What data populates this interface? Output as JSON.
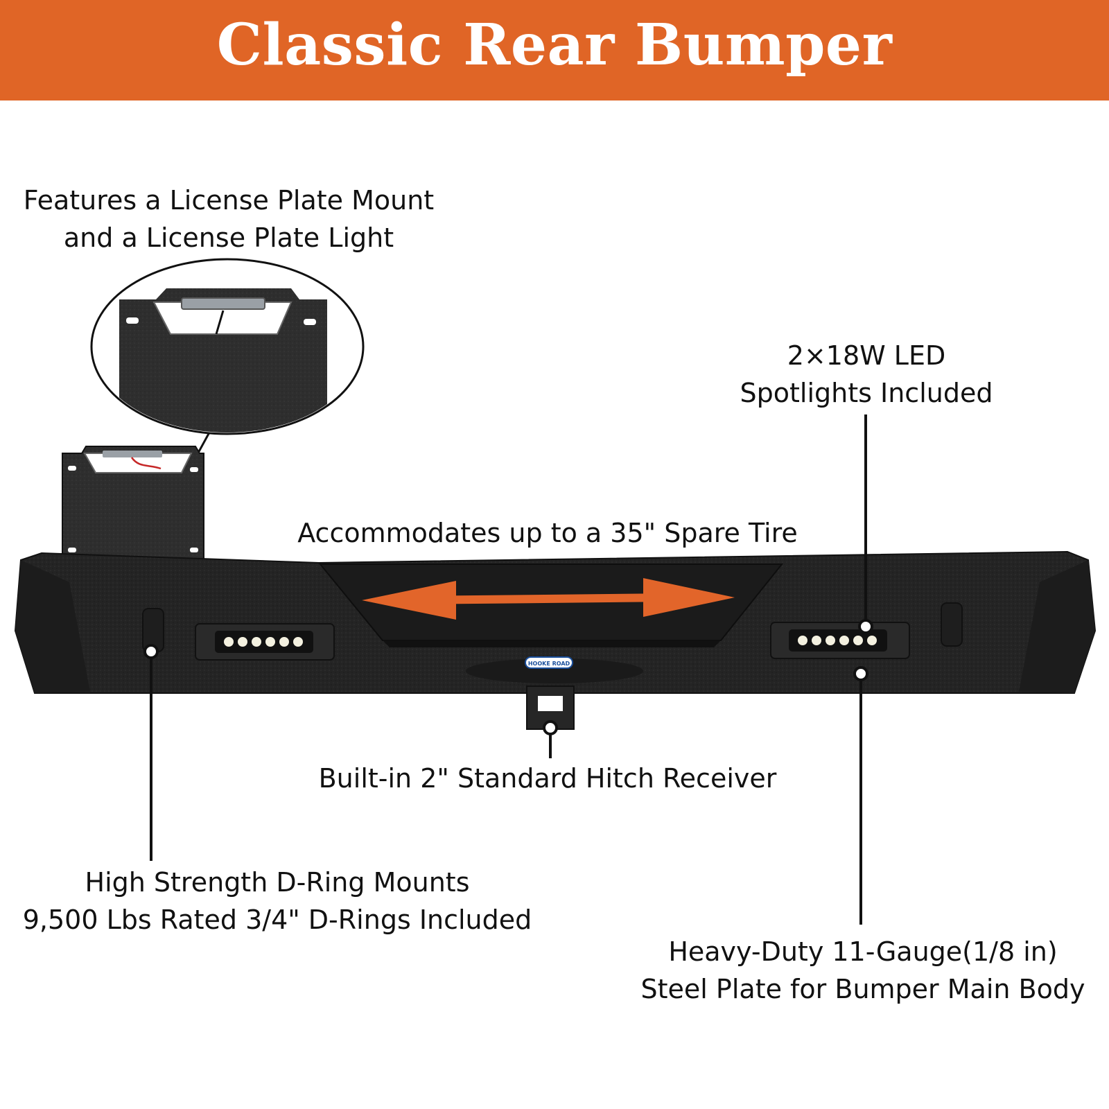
{
  "title": "Classic Rear Bumper",
  "colors": {
    "banner": "#e06526",
    "arrow": "#e2652a",
    "bumper": "#222222",
    "text": "#111111"
  },
  "callouts": {
    "license_plate": [
      "Features a License Plate Mount",
      "and a License Plate Light"
    ],
    "led": [
      "2×18W LED",
      "Spotlights Included"
    ],
    "spare_tire": "Accommodates up to a 35\" Spare Tire",
    "hitch": "Built-in 2\" Standard Hitch Receiver",
    "d_ring": [
      "High Strength D-Ring Mounts",
      "9,500 Lbs Rated 3/4\" D-Rings Included"
    ],
    "steel": [
      "Heavy-Duty 11-Gauge(1/8 in)",
      "Steel Plate for Bumper Main Body"
    ]
  },
  "brand_badge": "HOOKE ROAD"
}
